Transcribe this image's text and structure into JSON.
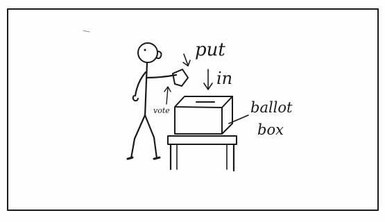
{
  "labels": {
    "put": "put",
    "in": "in",
    "vote": "vote",
    "ballot": "ballot",
    "box": "box"
  },
  "colors": {
    "ink": "#1a1a1a",
    "paper": "#fefefe"
  }
}
